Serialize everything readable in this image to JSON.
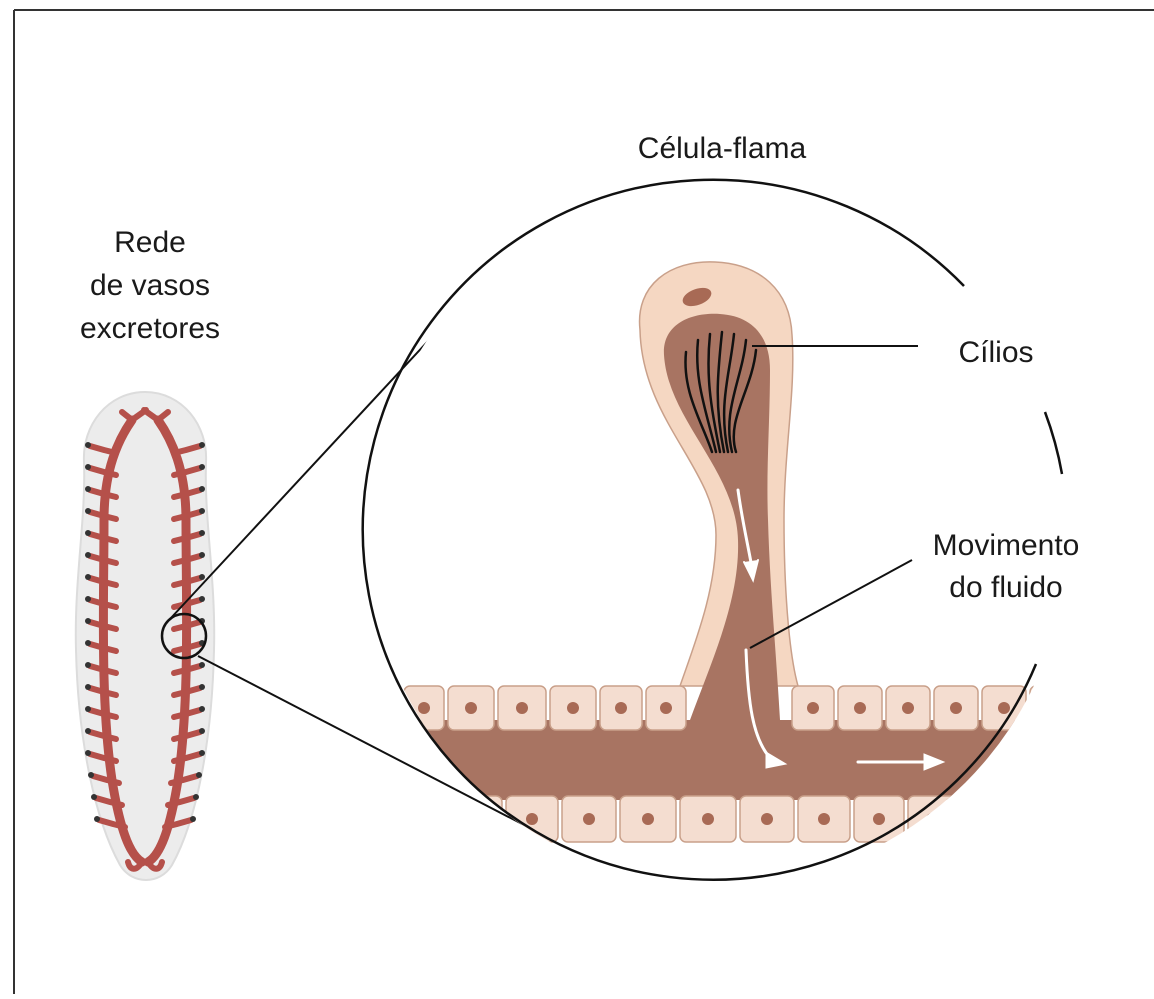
{
  "labels": {
    "network_line1": "Rede",
    "network_line2": "de vasos",
    "network_line3": "excretores",
    "flame_cell": "Célula-flama",
    "cilia": "Cílios",
    "fluid_line1": "Movimento",
    "fluid_line2": "do fluido"
  },
  "colors": {
    "tubule_lumen": "#a87462",
    "vessel_red": "#b5504a",
    "cell_wall": "#f4ddd0",
    "flame_outer": "#f5d7c2",
    "nucleus": "#a86a55",
    "worm_body": "#ececec",
    "outline": "#111111"
  }
}
